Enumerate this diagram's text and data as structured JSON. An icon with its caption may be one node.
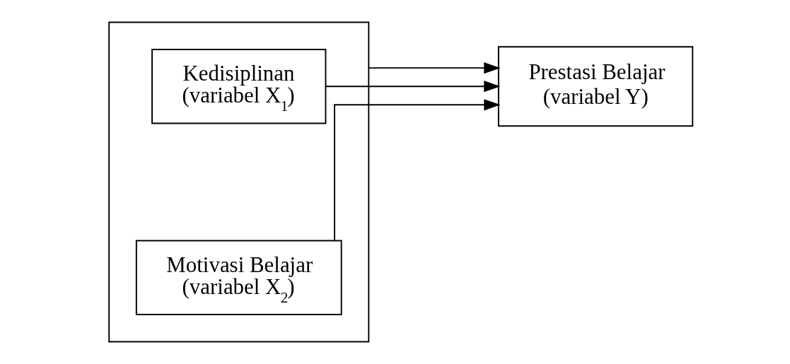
{
  "diagram": {
    "nodes": [
      {
        "text": [],
        "shape": "box"
      },
      {
        "text": [
          "Kedisiplinan (variabel X$_{1}$)"
        ],
        "in": 0
      },
      {
        "text": [
          "Motivasi Belajar (variabel X$_{2}$)"
        ],
        "in": 0
      },
      {
        "text": [
          "Prestasi Belajar (variabel Y)"
        ]
      }
    ],
    "edges": [
      {
        "from": 1,
        "to": 3,
        "arrow": "to"
      },
      {
        "from": 0,
        "to": 3,
        "arrow": "to"
      },
      {
        "from": 2,
        "to": 3,
        "arrow": "to"
      }
    ]
  }
}
